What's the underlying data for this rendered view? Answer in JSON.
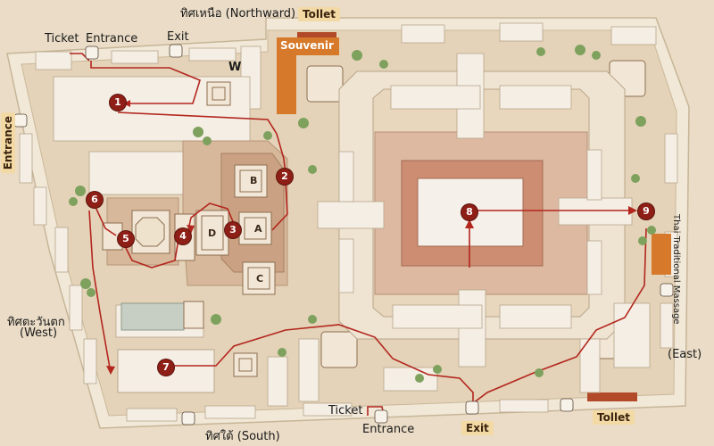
{
  "directions": {
    "north": "ทิศเหนือ (Northward)",
    "west_th": "ทิศตะวันตก",
    "west_en": "(West)",
    "south": "ทิศใต้ (South)",
    "east": "(East)"
  },
  "labels": {
    "ticket_top": "Ticket",
    "entrance_top": "Entrance",
    "exit_top": "Exit",
    "w_mark": "W",
    "entrance_left": "Entrance",
    "toilet_top": "Tollet",
    "souvenir": "Souvenir",
    "thai_massage": "Thai Traditional Massage",
    "ticket_bottom": "Ticket",
    "entrance_bottom": "Entrance",
    "exit_bottom": "Exit",
    "toilet_bottom": "Tollet"
  },
  "buildings": [
    "A",
    "B",
    "C",
    "D"
  ],
  "stops": [
    "1",
    "2",
    "3",
    "4",
    "5",
    "6",
    "7",
    "8",
    "9"
  ],
  "colors": {
    "background": "#eadcc6",
    "wall": "#f3ece0",
    "route": "#b3261e",
    "stop_marker": "#8e1f16",
    "souvenir": "#d7792a",
    "label_tag": "#f3d9a4",
    "massage": "#d7792a",
    "toilet_bar": "#b24a2a"
  }
}
